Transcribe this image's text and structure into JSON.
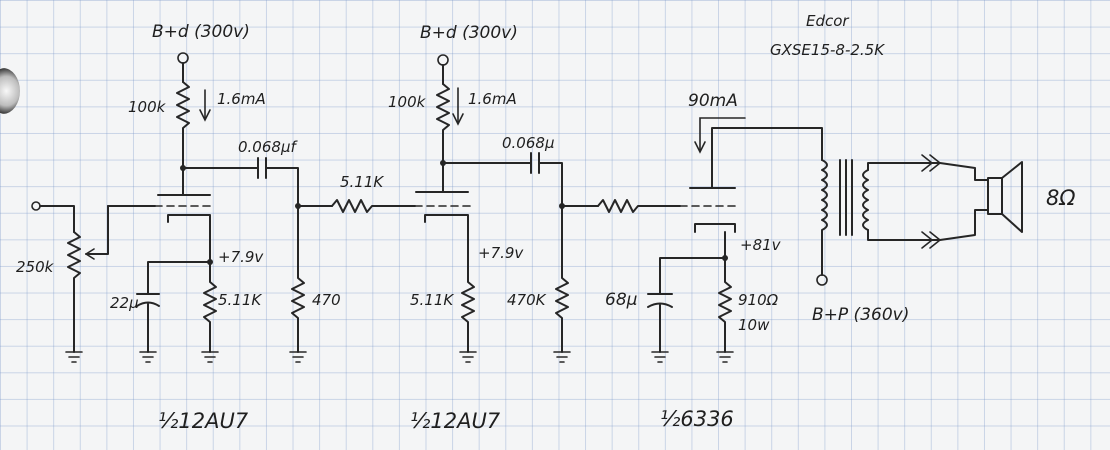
{
  "labels": {
    "btd_left": "B+d (300v)",
    "btd_mid": "B+d (300v)",
    "transformer_brand": "Edcor",
    "transformer_model": "GXSE15-8-2.5K",
    "r_plate1": "100k",
    "i_plate1": "1.6mA",
    "r_plate2": "100k",
    "i_plate2": "1.6mA",
    "c_coupling1": "0.068µf",
    "c_coupling2": "0.068µ",
    "r_series1": "5.11K",
    "i_output": "90mA",
    "pot": "250k",
    "c_cathode1": "22µ",
    "v_cathode1": "+7.9v",
    "r_cathode1": "5.11K",
    "r_grid1": "470",
    "r_cathode2": "5.11K",
    "v_cathode2": "+7.9v",
    "r_grid2": "470K",
    "c_cathode3": "68µ",
    "v_cathode3": "+81v",
    "r_cathode3": "910Ω",
    "r_cathode3_power": "10w",
    "btp": "B+P (360v)",
    "speaker": "8Ω",
    "tube1": "½12AU7",
    "tube2": "½12AU7",
    "tube3": "½6336"
  }
}
